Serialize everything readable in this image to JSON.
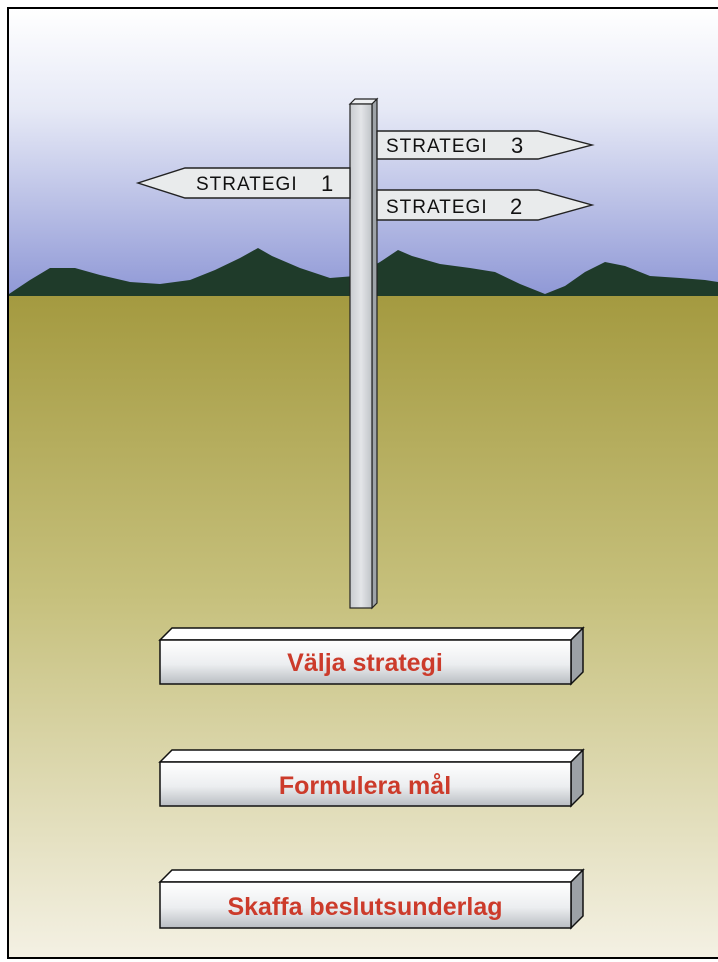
{
  "signs": [
    {
      "word": "STRATEGI",
      "number": "3"
    },
    {
      "word": "STRATEGI",
      "number": "1"
    },
    {
      "word": "STRATEGI",
      "number": "2"
    }
  ],
  "buttons": [
    {
      "label": "Välja strategi"
    },
    {
      "label": "Formulera mål"
    },
    {
      "label": "Skaffa beslutsunderlag"
    }
  ],
  "colors": {
    "sky_top": "#ffffff",
    "sky_bottom": "#8f98d6",
    "hills": "#1f3b2a",
    "ground_top": "#a49a40",
    "ground_bottom": "#f4f1e4",
    "button_text": "#cc3b2b",
    "sign_fill": "#e9ebec",
    "post_fill": "#d6d9dc"
  }
}
